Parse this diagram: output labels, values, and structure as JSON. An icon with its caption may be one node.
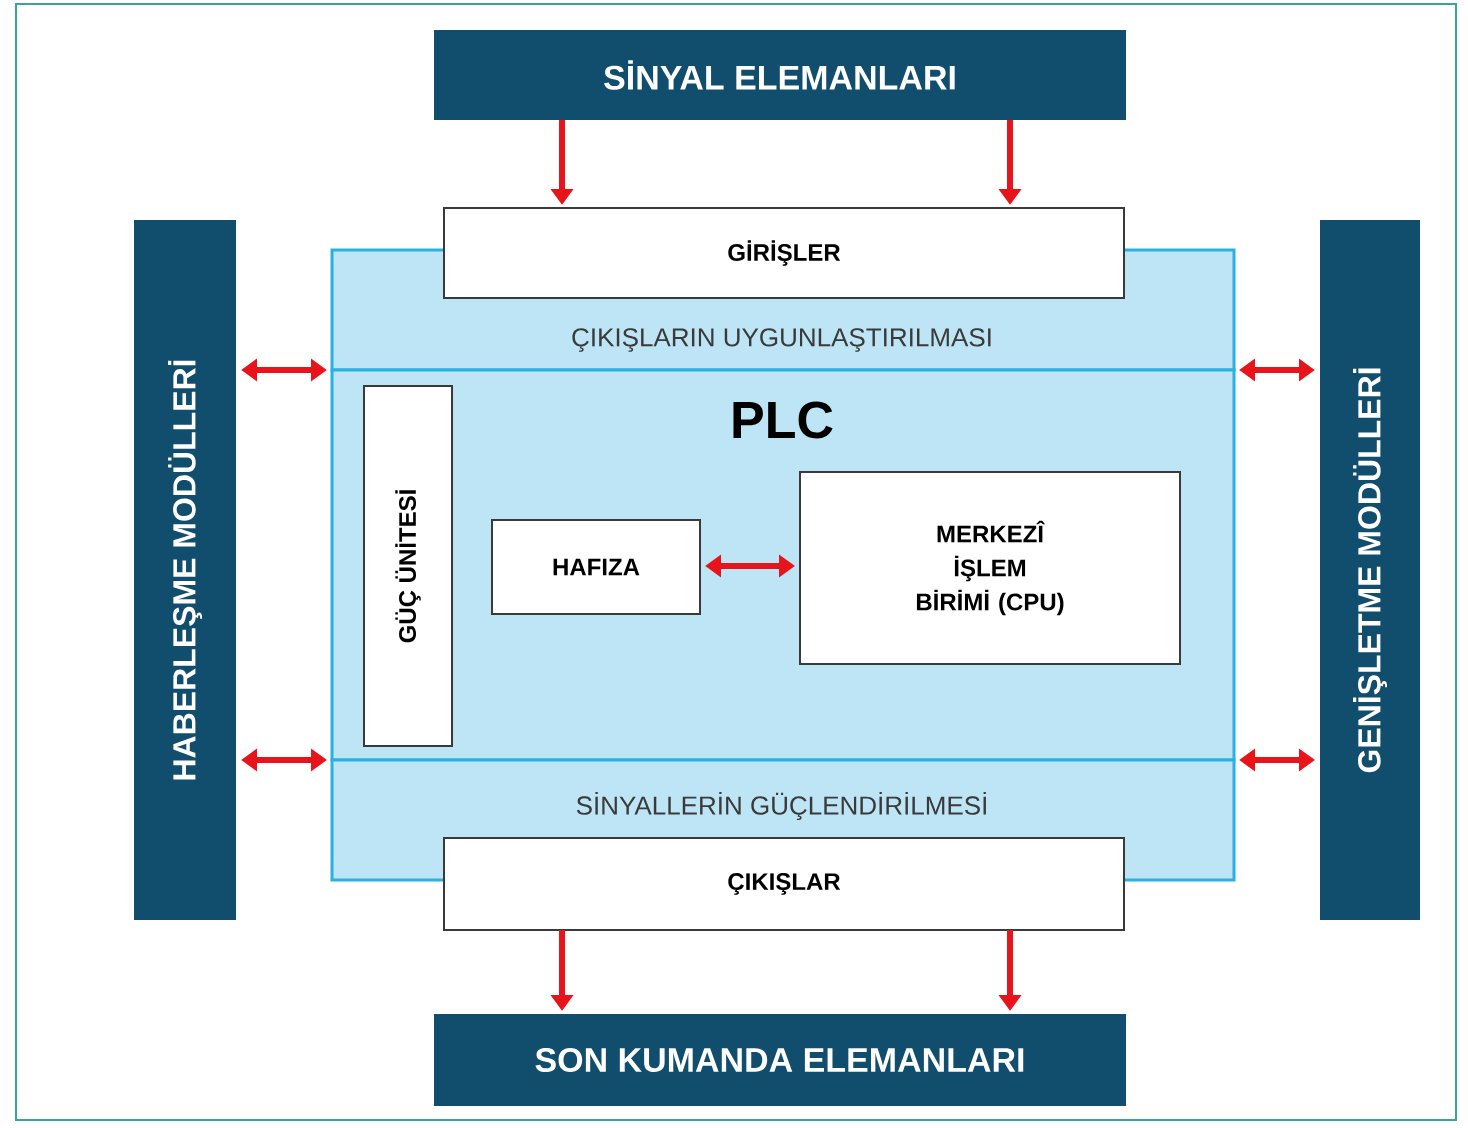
{
  "diagram": {
    "nodes": [
      {
        "text": [
          "SİNYAL ELEMANLARI"
        ]
      },
      {
        "text": [
          "ÇIKIŞLARIN UYGUNLAŞTIRILMASI"
        ]
      },
      {
        "text": [
          "PLC"
        ]
      },
      {
        "text": [
          "SİNYALLERİN GÜÇLENDİRİLMESİ"
        ]
      },
      {
        "text": [
          "GİRİŞLER"
        ]
      },
      {
        "text": [
          "GÜÇ ÜNİTESİ"
        ],
        "in": 2
      },
      {
        "text": [
          "HAFIZA"
        ],
        "in": 2
      },
      {
        "text": [
          "MERKEZÎ İŞLEM BİRİMİ (CPU)"
        ],
        "in": 2
      },
      {
        "text": [
          "ÇIKIŞLAR"
        ]
      },
      {
        "text": [
          "SON KUMANDA ELEMANLARI"
        ]
      },
      {
        "text": [
          "HABERLEŞME MODÜLLERİ"
        ]
      },
      {
        "text": [
          "GENİŞLETME MODÜLLERİ"
        ]
      }
    ],
    "edges": [
      {
        "from": 0,
        "to": 4,
        "arrow": "to"
      },
      {
        "from": 0,
        "to": 4,
        "arrow": "to"
      },
      {
        "from": 6,
        "to": 7,
        "arrow": "both"
      },
      {
        "from": 10,
        "to": 2,
        "arrow": "both"
      },
      {
        "from": 10,
        "to": 2,
        "arrow": "both"
      },
      {
        "from": 11,
        "to": 2,
        "arrow": "both"
      },
      {
        "from": 11,
        "to": 2,
        "arrow": "both"
      },
      {
        "from": 8,
        "to": 9,
        "arrow": "to"
      },
      {
        "from": 8,
        "to": 9,
        "arrow": "to"
      }
    ]
  }
}
